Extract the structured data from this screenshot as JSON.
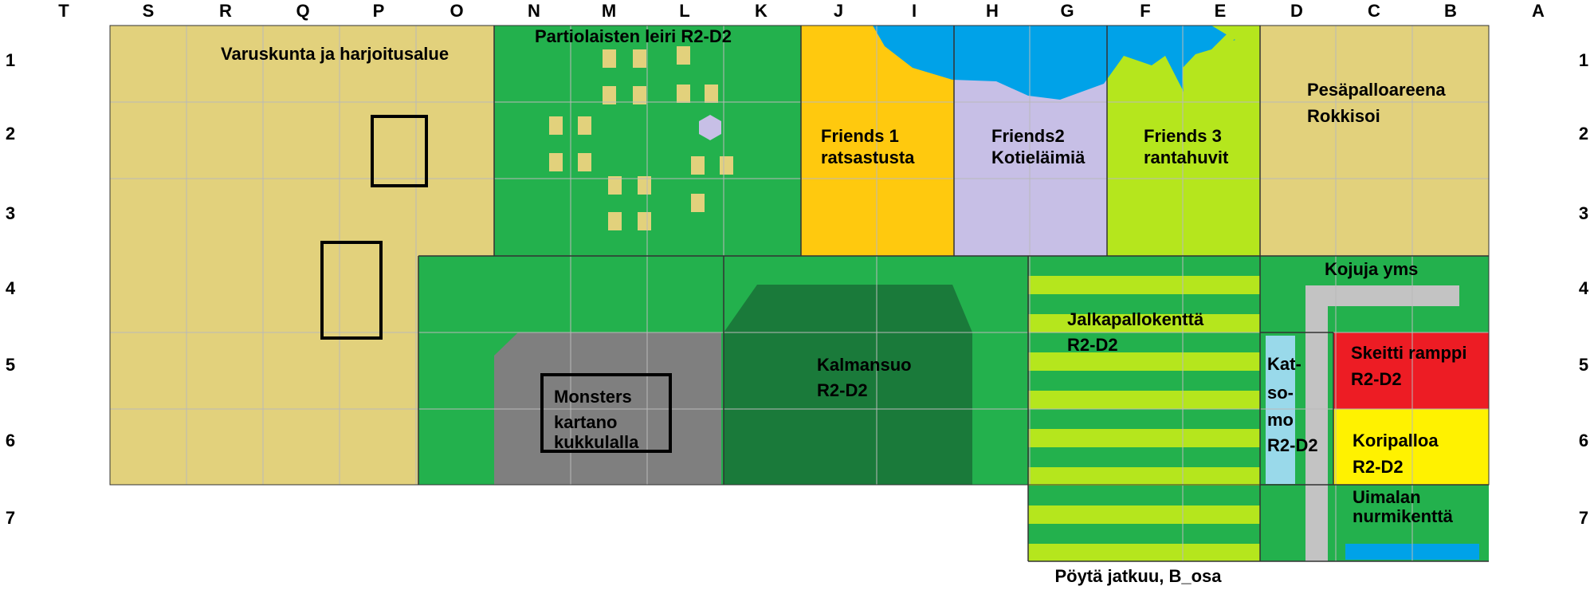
{
  "column_labels": [
    "T",
    "S",
    "R",
    "Q",
    "P",
    "O",
    "N",
    "M",
    "L",
    "K",
    "J",
    "I",
    "H",
    "G",
    "F",
    "E",
    "D",
    "C",
    "B",
    "A"
  ],
  "row_labels": [
    "1",
    "2",
    "3",
    "4",
    "5",
    "6",
    "7"
  ],
  "zones": {
    "varuskunta": {
      "label": "Varuskunta ja harjoitusalue",
      "color": "#e2d17c"
    },
    "partiolaiset": {
      "label": "Partiolaisten leiri R2-D2",
      "color": "#23b14d"
    },
    "friends1": {
      "label_1": "Friends 1",
      "label_2": "ratsastusta",
      "color": "#ffc90e"
    },
    "friends2": {
      "label_1": "Friends2",
      "label_2": "Kotieläimiä",
      "color": "#c7bfe6"
    },
    "friends3": {
      "label_1": "Friends 3",
      "label_2": "rantahuvit",
      "color": "#b5e61d"
    },
    "pesapallo": {
      "label_1": "Pesäpalloareena",
      "label_2": "Rokkisoi",
      "color": "#e2d17c"
    },
    "monsters": {
      "label_1": "Monsters",
      "label_2": "kartano",
      "label_3": "kukkulalla",
      "color": "#7f7f7f"
    },
    "kalmansuo": {
      "label_1": "Kalmansuo",
      "label_2": "R2-D2",
      "color": "#1a7a3a"
    },
    "jalkapallo": {
      "label_1": "Jalkapallokenttä",
      "label_2": "R2-D2",
      "stripe_light": "#b5e61d",
      "stripe_dark": "#23b14d"
    },
    "kojuja": {
      "label": "Kojuja yms",
      "color": "#23b14d"
    },
    "katsomo": {
      "label_1": "Kat-",
      "label_2": "so-",
      "label_3": "mo",
      "label_4": "R2-D2",
      "color": "#99d9ea"
    },
    "skeitti": {
      "label_1": "Skeitti ramppi",
      "label_2": "R2-D2",
      "color": "#ed1c24"
    },
    "koripallo": {
      "label_1": "Koripalloa",
      "label_2": "R2-D2",
      "color": "#fff200"
    },
    "uimala": {
      "label_1": "Uimalan",
      "label_2": "nurmikenttä",
      "color": "#23b14d"
    }
  },
  "water_color": "#00a2e8",
  "path_color": "#c3c3c3",
  "footer_note": "Pöytä jatkuu, B_osa"
}
